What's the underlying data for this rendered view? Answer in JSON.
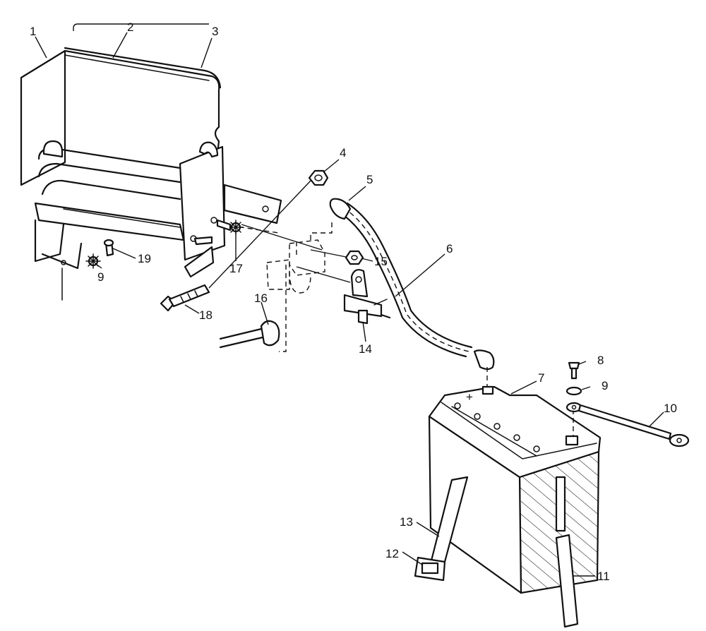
{
  "callouts": {
    "c1": "1",
    "c2": "2",
    "c3": "3",
    "c4": "4",
    "c5": "5",
    "c6": "6",
    "c7": "7",
    "c8": "8",
    "c9a": "9",
    "c9b": "9",
    "c10": "10",
    "c11": "11",
    "c12": "12",
    "c13": "13",
    "c14": "14",
    "c15": "15",
    "c16": "16",
    "c17": "17",
    "c18": "18",
    "c19": "19"
  },
  "battery": {
    "positive_mark": "+"
  },
  "colors": {
    "line": "#111111",
    "background": "#ffffff"
  }
}
